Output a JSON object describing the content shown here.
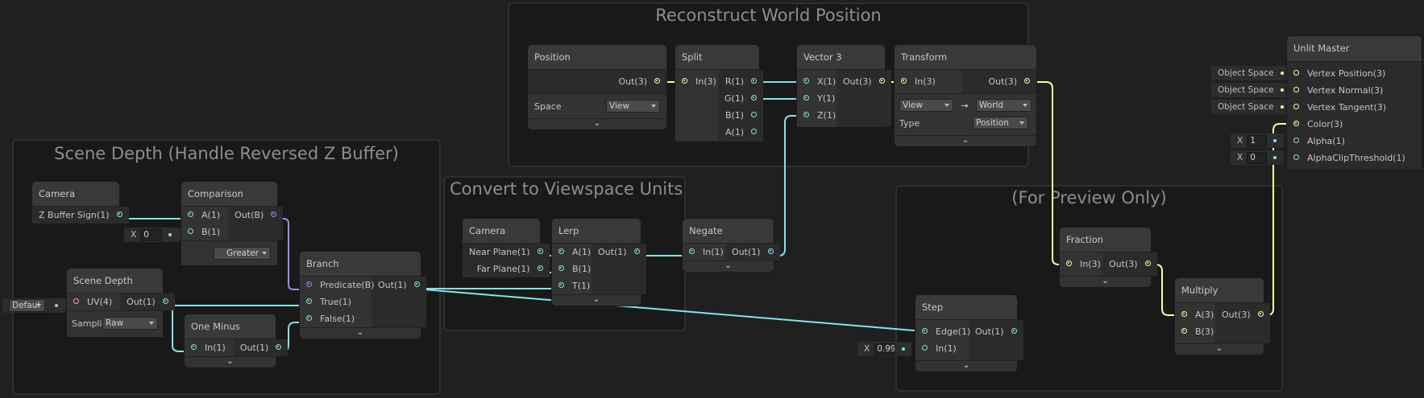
{
  "groups": {
    "scene_depth": "Scene Depth (Handle Reversed Z Buffer)",
    "convert": "Convert to Viewspace Units",
    "reconstruct": "Reconstruct World Position",
    "preview": "(For Preview Only)"
  },
  "nodes": {
    "camera1": {
      "title": "Camera",
      "outputs": [
        "Z Buffer Sign(1)"
      ]
    },
    "comparison": {
      "title": "Comparison",
      "inputs": [
        "A(1)",
        "B(1)"
      ],
      "outputs": [
        "Out(B)"
      ],
      "mode": "Greater",
      "b_value": "0"
    },
    "scene_depth": {
      "title": "Scene Depth",
      "inputs": [
        "UV(4)"
      ],
      "outputs": [
        "Out(1)"
      ],
      "sampling_label": "Sampli",
      "sampling": "Raw",
      "uv_default": "Defaul"
    },
    "one_minus": {
      "title": "One Minus",
      "inputs": [
        "In(1)"
      ],
      "outputs": [
        "Out(1)"
      ]
    },
    "branch": {
      "title": "Branch",
      "inputs": [
        "Predicate(B)",
        "True(1)",
        "False(1)"
      ],
      "outputs": [
        "Out(1)"
      ]
    },
    "camera2": {
      "title": "Camera",
      "outputs": [
        "Near Plane(1)",
        "Far Plane(1)"
      ]
    },
    "lerp": {
      "title": "Lerp",
      "inputs": [
        "A(1)",
        "B(1)",
        "T(1)"
      ],
      "outputs": [
        "Out(1)"
      ]
    },
    "negate": {
      "title": "Negate",
      "inputs": [
        "In(1)"
      ],
      "outputs": [
        "Out(1)"
      ]
    },
    "position": {
      "title": "Position",
      "outputs": [
        "Out(3)"
      ],
      "space_label": "Space",
      "space": "View"
    },
    "split": {
      "title": "Split",
      "inputs": [
        "In(3)"
      ],
      "outputs": [
        "R(1)",
        "G(1)",
        "B(1)",
        "A(1)"
      ]
    },
    "vector3": {
      "title": "Vector 3",
      "inputs": [
        "X(1)",
        "Y(1)",
        "Z(1)"
      ],
      "outputs": [
        "Out(3)"
      ]
    },
    "transform": {
      "title": "Transform",
      "inputs": [
        "In(3)"
      ],
      "outputs": [
        "Out(3)"
      ],
      "from": "View",
      "arrow": "→",
      "to": "World",
      "type_label": "Type",
      "type": "Position"
    },
    "fraction": {
      "title": "Fraction",
      "inputs": [
        "In(3)"
      ],
      "outputs": [
        "Out(3)"
      ]
    },
    "step": {
      "title": "Step",
      "inputs": [
        "Edge(1)",
        "In(1)"
      ],
      "outputs": [
        "Out(1)"
      ],
      "in_value": "0.99"
    },
    "multiply": {
      "title": "Multiply",
      "inputs": [
        "A(3)",
        "B(3)"
      ],
      "outputs": [
        "Out(3)"
      ]
    },
    "unlit_master": {
      "title": "Unlit Master",
      "inputs": [
        "Vertex Position(3)",
        "Vertex Normal(3)",
        "Vertex Tangent(3)",
        "Color(3)",
        "Alpha(1)",
        "AlphaClipThreshold(1)"
      ],
      "defaults": [
        "Object Space",
        "Object Space",
        "Object Space"
      ],
      "alpha_value": "1",
      "alpha_clip_value": "0"
    }
  },
  "field_prefix": "X",
  "expand_glyph": "⌄",
  "colors": {
    "background": "#202020",
    "group_bg": "#191919",
    "node_bg": "#2b2b2b",
    "float_wire": "#84e4e7",
    "vector3_wire": "#f6ff9a",
    "bool_wire": "#9c8bf0",
    "uv_port": "#ea9be6"
  }
}
